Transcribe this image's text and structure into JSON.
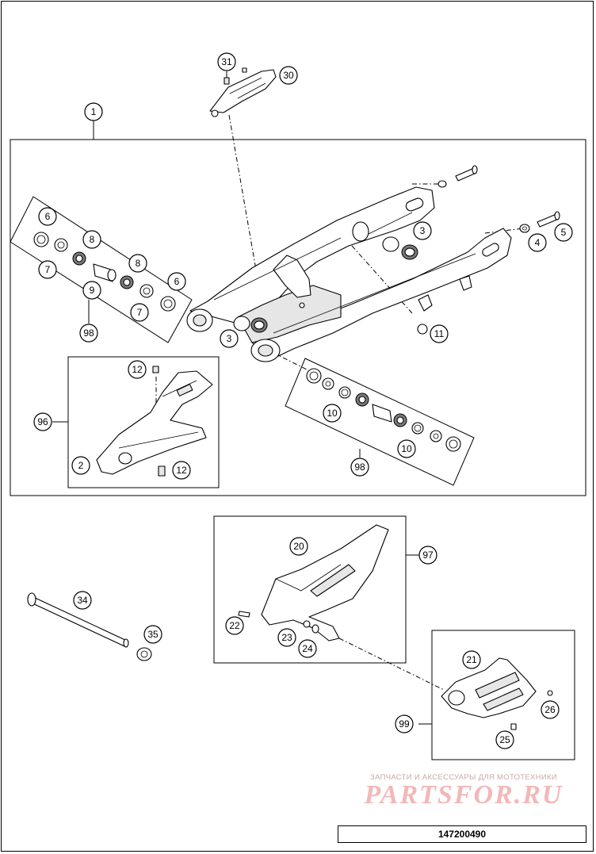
{
  "diagram": {
    "document_number": "147200490",
    "watermark": {
      "tagline": "ЗАПЧАСТИ И АКСЕССУАРЫ ДЛЯ МОТОТЕХНИКИ",
      "logo": "PARTSFOR.RU"
    },
    "callouts": [
      {
        "id": "c31",
        "label": "31"
      },
      {
        "id": "c30",
        "label": "30"
      },
      {
        "id": "c1",
        "label": "1"
      },
      {
        "id": "c6a",
        "label": "6"
      },
      {
        "id": "c7a",
        "label": "7"
      },
      {
        "id": "c8a",
        "label": "8"
      },
      {
        "id": "c9",
        "label": "9"
      },
      {
        "id": "c8b",
        "label": "8"
      },
      {
        "id": "c6b",
        "label": "6"
      },
      {
        "id": "c7b",
        "label": "7"
      },
      {
        "id": "c98a",
        "label": "98"
      },
      {
        "id": "c3a",
        "label": "3"
      },
      {
        "id": "c3b",
        "label": "3"
      },
      {
        "id": "c4",
        "label": "4"
      },
      {
        "id": "c5",
        "label": "5"
      },
      {
        "id": "c11",
        "label": "11"
      },
      {
        "id": "c12a",
        "label": "12"
      },
      {
        "id": "c96",
        "label": "96"
      },
      {
        "id": "c2",
        "label": "2"
      },
      {
        "id": "c12b",
        "label": "12"
      },
      {
        "id": "c10a",
        "label": "10"
      },
      {
        "id": "c10b",
        "label": "10"
      },
      {
        "id": "c98b",
        "label": "98"
      },
      {
        "id": "c20",
        "label": "20"
      },
      {
        "id": "c97",
        "label": "97"
      },
      {
        "id": "c22",
        "label": "22"
      },
      {
        "id": "c23",
        "label": "23"
      },
      {
        "id": "c24",
        "label": "24"
      },
      {
        "id": "c34",
        "label": "34"
      },
      {
        "id": "c35",
        "label": "35"
      },
      {
        "id": "c21",
        "label": "21"
      },
      {
        "id": "c26",
        "label": "26"
      },
      {
        "id": "c99",
        "label": "99"
      },
      {
        "id": "c25",
        "label": "25"
      }
    ]
  }
}
